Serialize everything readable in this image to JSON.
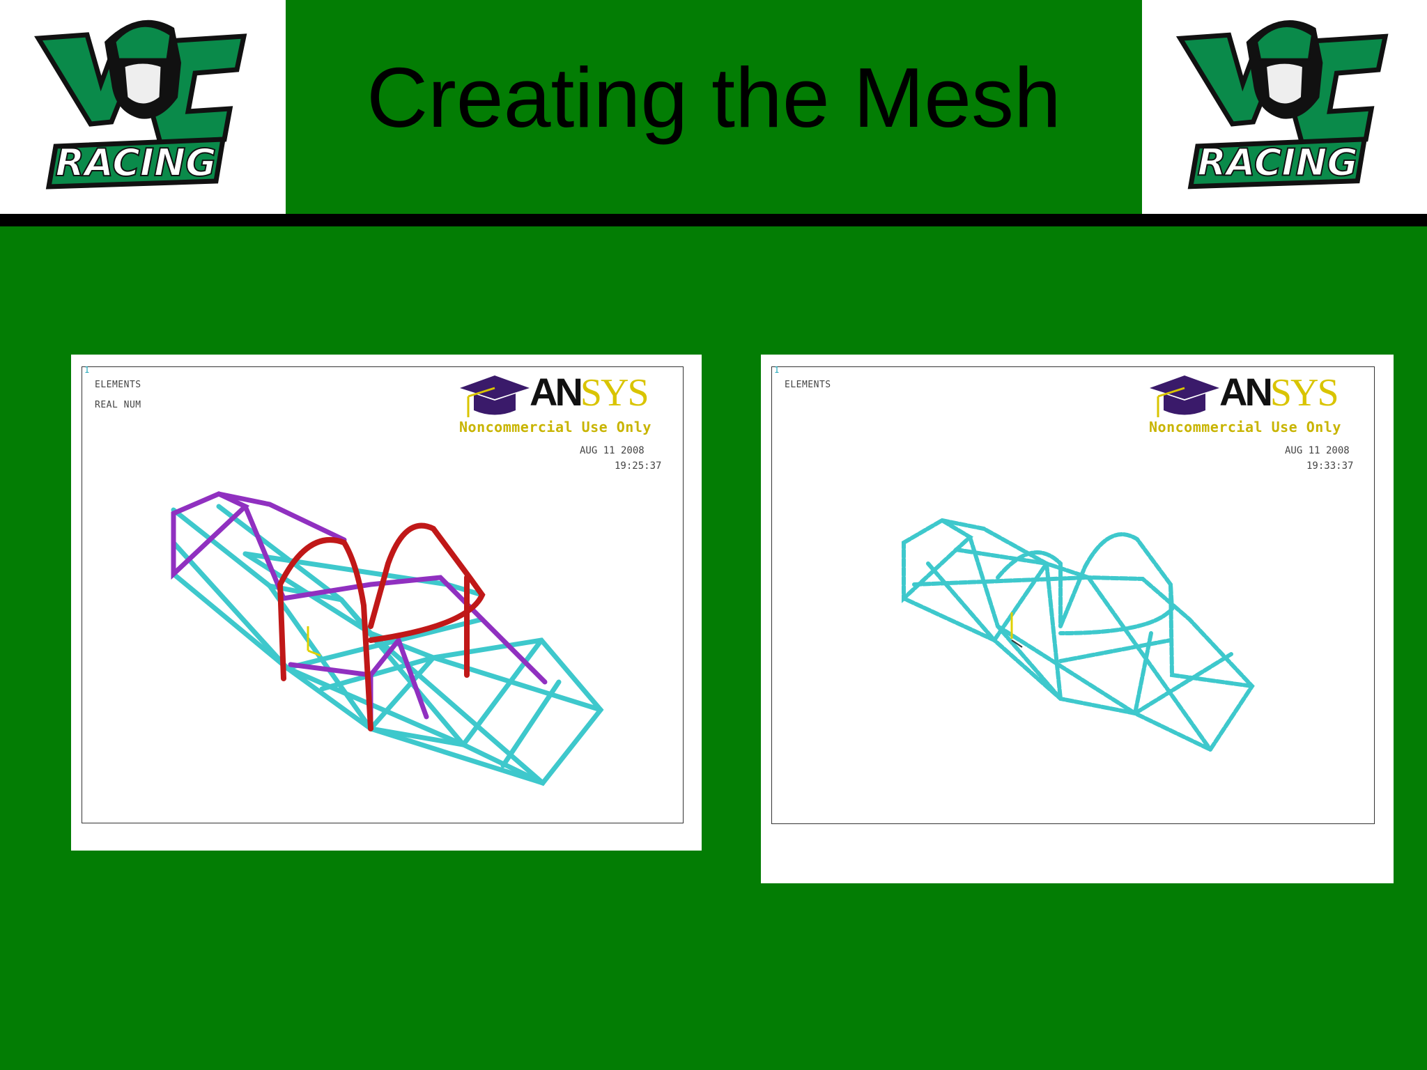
{
  "slide": {
    "title": "Creating the Mesh",
    "colors": {
      "background": "#037d04",
      "rule": "#000000",
      "title": "#000000"
    }
  },
  "logos": {
    "left": {
      "icon": "ycc-racing-logo",
      "text_top": "YC",
      "text_bottom": "RACING"
    },
    "right": {
      "icon": "ycc-racing-logo",
      "text_top": "YC",
      "text_bottom": "RACING"
    }
  },
  "figures": [
    {
      "corner_number": "1",
      "label_line1": "ELEMENTS",
      "label_line2": "REAL NUM",
      "brand_an": "AN",
      "brand_sys": "SYS",
      "brand_icon": "graduation-cap-icon",
      "noncommercial": "Noncommercial Use Only",
      "date": "AUG 11 2008",
      "time": "19:25:37",
      "colors": {
        "base": "#3ec8cc",
        "group_a": "#9030c0",
        "group_b": "#c01818"
      }
    },
    {
      "corner_number": "1",
      "label_line1": "ELEMENTS",
      "brand_an": "AN",
      "brand_sys": "SYS",
      "brand_icon": "graduation-cap-icon",
      "noncommercial": "Noncommercial Use Only",
      "date": "AUG 11 2008",
      "time": "19:33:37",
      "colors": {
        "base": "#3ec8cc"
      }
    }
  ]
}
